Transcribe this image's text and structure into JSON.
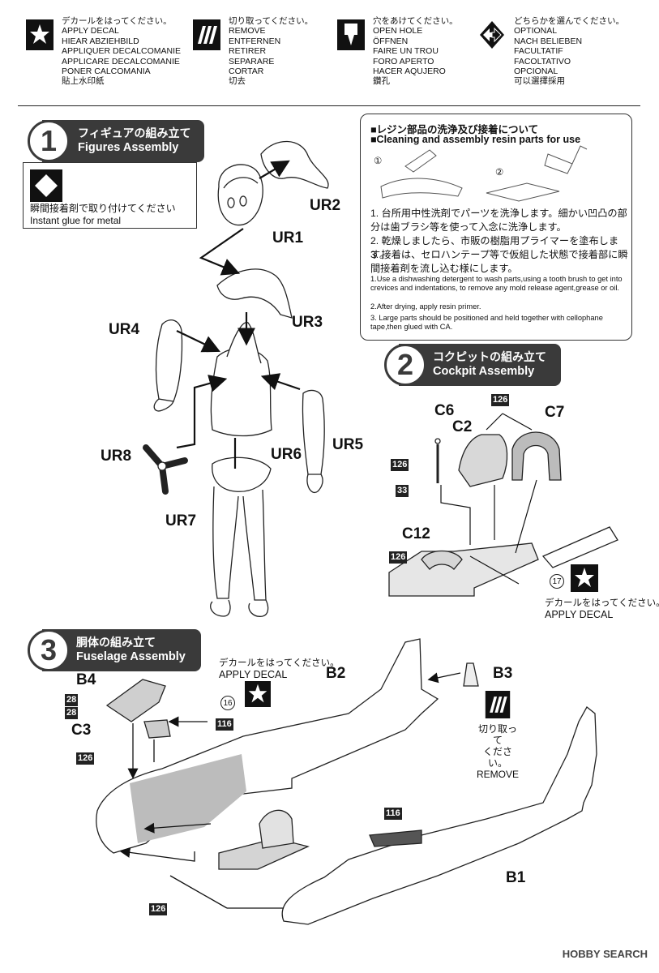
{
  "legend": [
    {
      "icon": "decal-star-icon",
      "lines": [
        "デカールをはってください。",
        "APPLY DECAL",
        "HIEAR ABZIEHBILD",
        "APPLIQUER DECALCOMANIE",
        "APPLICARE DECALCOMANIE",
        "PONER CALCOMANIA",
        "貼上水印紙"
      ]
    },
    {
      "icon": "remove-cut-icon",
      "lines": [
        "切り取ってください。",
        "REMOVE",
        "ENTFERNEN",
        "RETIRER",
        "SEPARARE",
        "CORTAR",
        "切去"
      ]
    },
    {
      "icon": "open-hole-icon",
      "lines": [
        "穴をあけてください。",
        "OPEN HOLE",
        "ÖFFNEN",
        "FAIRE UN TROU",
        "FORO APERTO",
        "HACER AQUJERO",
        "鑽孔"
      ]
    },
    {
      "icon": "optional-arrows-icon",
      "lines": [
        "どちらかを選んでください。",
        "OPTIONAL",
        "NACH BELIEBEN",
        "FACULTATIF",
        "FACOLTATIVO",
        "OPCIONAL",
        "可以選擇採用"
      ]
    }
  ],
  "step1": {
    "num": "1",
    "jp": "フィギュアの組み立て",
    "en": "Figures Assembly",
    "glue_jp": "瞬間接着剤で取り付けてください",
    "glue_en": "Instant glue for metal",
    "parts": [
      "UR2",
      "UR1",
      "UR3",
      "UR4",
      "UR5",
      "UR6",
      "UR8",
      "UR7"
    ]
  },
  "resin": {
    "title_jp": "■レジン部品の洗浄及び接着について",
    "title_en": "■Cleaning and assembly resin parts for use",
    "fig1": "①",
    "fig2": "②",
    "jp": [
      "1. 台所用中性洗剤でパーツを洗浄します。細かい凹凸の部分は歯ブラシ等を使って入念に洗浄します。",
      "2. 乾燥しましたら、市販の樹脂用プライマーを塗布します。",
      "3. 接着は、セロハンテープ等で仮組した状態で接着部に瞬間接着剤を流し込む様にします。"
    ],
    "en": [
      "1.Use a dishwashing detergent to wash parts,using a tooth brush to get into crevices and indentations, to remove any mold release agent,grease or oil.",
      "2.After drying, apply resin primer.",
      "3. Large parts should be positioned and held together with cellophane tape,then glued with CA."
    ]
  },
  "step2": {
    "num": "2",
    "jp": "コクピットの組み立て",
    "en": "Cockpit Assembly",
    "parts": {
      "c6": "C6",
      "c2": "C2",
      "c7": "C7",
      "c12": "C12"
    },
    "nums": {
      "n126a": "126",
      "n126b": "126",
      "n126c": "126",
      "n33": "33",
      "n17": "17"
    },
    "decal_jp": "デカールをはってください。",
    "decal_en": "APPLY DECAL"
  },
  "step3": {
    "num": "3",
    "jp": "胴体の組み立て",
    "en": "Fuselage Assembly",
    "decal_jp": "デカールをはってください。",
    "decal_en": "APPLY DECAL",
    "parts": {
      "b4": "B4",
      "c3": "C3",
      "b2": "B2",
      "b3": "B3",
      "b1": "B1"
    },
    "nums": {
      "n28": "28",
      "n126a": "126",
      "n126b": "126",
      "n116a": "116",
      "n116b": "116",
      "n16": "16"
    },
    "remove_lines": [
      "切り取って",
      "ください。",
      "REMOVE"
    ]
  },
  "footer": "HOBBY SEARCH"
}
